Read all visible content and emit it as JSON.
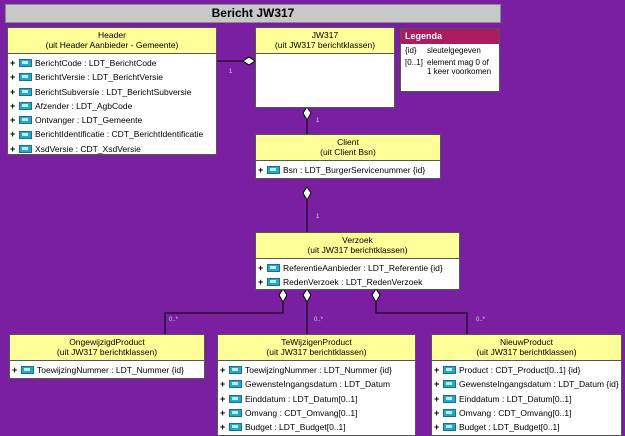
{
  "title": "Bericht JW317",
  "classes": {
    "header": {
      "name": "Header",
      "subtitle": "(uit Header Aanbieder - Gemeente)",
      "attributes": [
        "BerichtCode : LDT_BerichtCode",
        "BerichtVersie : LDT_BerichtVersie",
        "BerichtSubversie : LDT_BerichtSubversie",
        "Afzender : LDT_AgbCode",
        "Ontvanger : LDT_Gemeente",
        "BerichtIdentificatie : CDT_BerichtIdentificatie",
        "XsdVersie : CDT_XsdVersie"
      ]
    },
    "jw317": {
      "name": "JW317",
      "subtitle": "(uit JW317 berichtklassen)",
      "attributes": []
    },
    "client": {
      "name": "Client",
      "subtitle": "(uit Client Bsn)",
      "attributes": [
        "Bsn : LDT_BurgerServicenummer {id}"
      ]
    },
    "verzoek": {
      "name": "Verzoek",
      "subtitle": "(uit JW317 berichtklassen)",
      "attributes": [
        "ReferentieAanbieder : LDT_Referentie {id}",
        "RedenVerzoek : LDT_RedenVerzoek"
      ]
    },
    "ongewijzigd": {
      "name": "OngewijzigdProduct",
      "subtitle": "(uit JW317 berichtklassen)",
      "attributes": [
        "ToewijzingNummer : LDT_Nummer {id}"
      ]
    },
    "tewijzigen": {
      "name": "TeWijzigenProduct",
      "subtitle": "(uit JW317 berichtklassen)",
      "attributes": [
        "ToewijzingNummer : LDT_Nummer {id}",
        "GewensteIngangsdatum : LDT_Datum",
        "Einddatum : LDT_Datum[0..1]",
        "Omvang : CDT_Omvang[0..1]",
        "Budget : LDT_Budget[0..1]"
      ]
    },
    "nieuw": {
      "name": "NieuwProduct",
      "subtitle": "(uit JW317 berichtklassen)",
      "attributes": [
        "Product : CDT_Product[0..1] {id}",
        "GewensteIngangsdatum : LDT_Datum {id}",
        "Einddatum : LDT_Datum[0..1]",
        "Omvang : CDT_Omvang[0..1]",
        "Budget : LDT_Budget[0..1]"
      ]
    }
  },
  "legend": {
    "title": "Legenda",
    "rows": [
      {
        "key": "{id}",
        "text": "sleutelgegeven"
      },
      {
        "key": "[0..1]",
        "text": "element mag 0 of 1 keer voorkomen"
      }
    ]
  },
  "multiplicities": {
    "header": "1",
    "client": "1",
    "verzoek": "1",
    "ongewijzigd": "0..*",
    "tewijzigen": "0..*",
    "nieuw": "0..*"
  }
}
